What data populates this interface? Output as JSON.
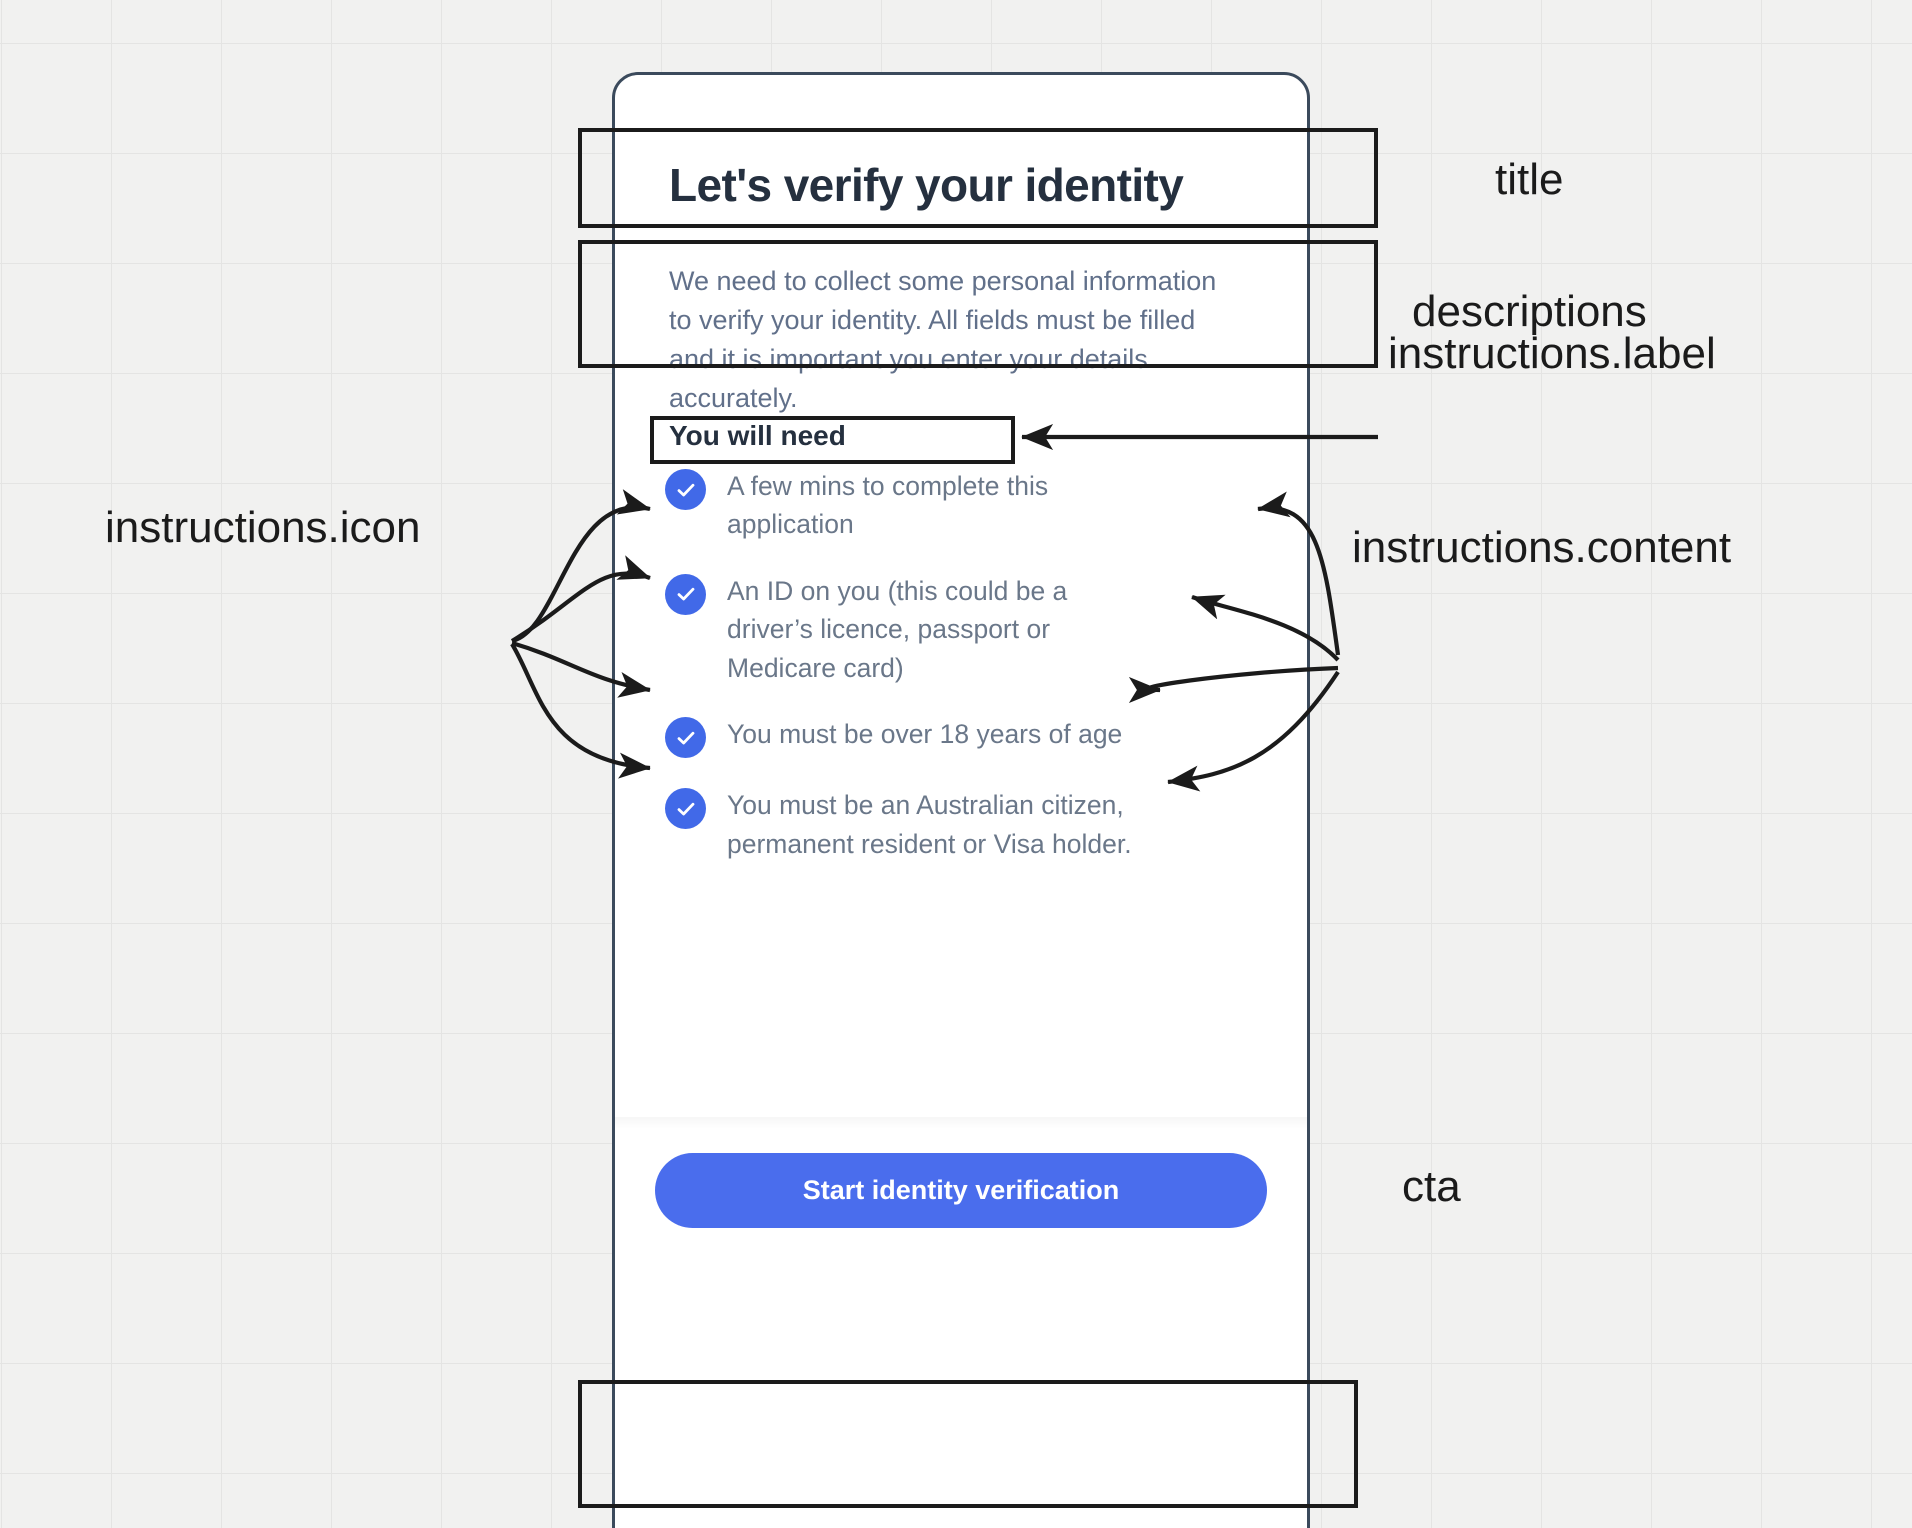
{
  "screen": {
    "title": "Let's verify your identity",
    "description": "We need to collect some personal information to verify your identity. All fields must be filled and it is important you enter your details accurately.",
    "instructions_label": "You will need",
    "instructions": [
      {
        "icon": "check-circle-icon",
        "content": "A few mins to complete this application"
      },
      {
        "icon": "check-circle-icon",
        "content": "An ID on you (this could be a driver’s licence, passport or Medicare card)"
      },
      {
        "icon": "check-circle-icon",
        "content": "You must be over 18 years of age"
      },
      {
        "icon": "check-circle-icon",
        "content": "You must be an Australian citizen, permanent resident or Visa holder."
      }
    ],
    "cta_label": "Start identity verification"
  },
  "annotations": {
    "title": "title",
    "descriptions": "descriptions",
    "instructions_label": "instructions.label",
    "instructions_icon": "instructions.icon",
    "instructions_content": "instructions.content",
    "cta": "cta"
  },
  "colors": {
    "accent_blue": "#4169e8",
    "cta_blue": "#4a6ded",
    "title_navy": "#25303f",
    "body_gray": "#6a7789",
    "frame_border": "#3b4a5c",
    "canvas_bg": "#f1f1f0",
    "grid_line": "#e4e4e3",
    "annotation_ink": "#1b1b1b"
  }
}
